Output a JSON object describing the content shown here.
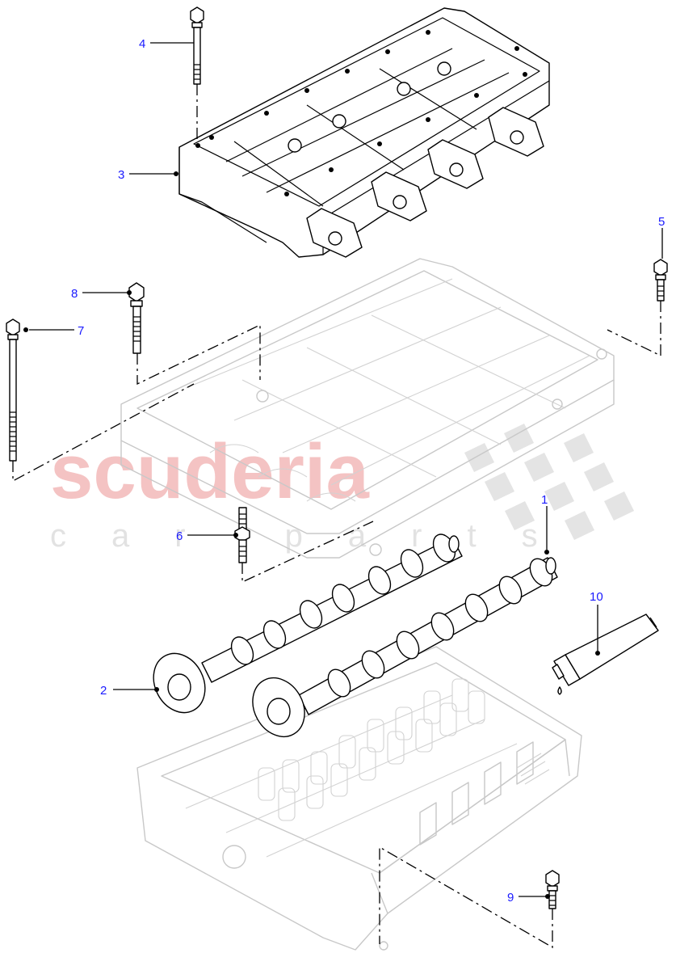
{
  "watermark": {
    "brand": "scuderia",
    "sub": "car parts",
    "brand_color": "#f4c3c3"
  },
  "callouts": [
    {
      "id": "1",
      "label": "1"
    },
    {
      "id": "2",
      "label": "2"
    },
    {
      "id": "3",
      "label": "3"
    },
    {
      "id": "4",
      "label": "4"
    },
    {
      "id": "5",
      "label": "5"
    },
    {
      "id": "6",
      "label": "6"
    },
    {
      "id": "7",
      "label": "7"
    },
    {
      "id": "8",
      "label": "8"
    },
    {
      "id": "9",
      "label": "9"
    },
    {
      "id": "10",
      "label": "10"
    }
  ],
  "colors": {
    "callout_text": "#1a1aff",
    "part_outline": "#000000",
    "ghost_outline": "#c8c8c8"
  }
}
